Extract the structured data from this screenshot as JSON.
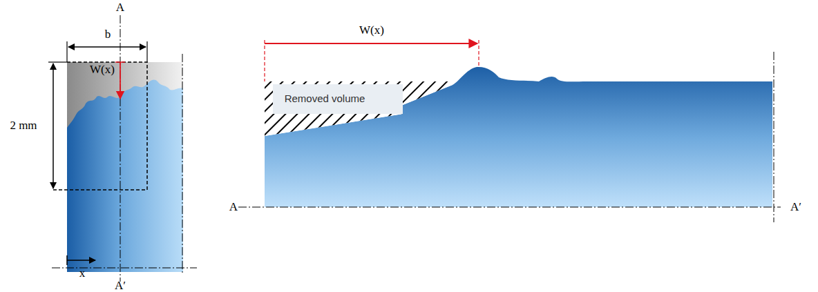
{
  "diagram": {
    "labels": [
      "A",
      "b",
      "W(x)",
      "2 mm",
      "x",
      "A′",
      "W(x)",
      "Removed volume",
      "A",
      "A′"
    ]
  }
}
